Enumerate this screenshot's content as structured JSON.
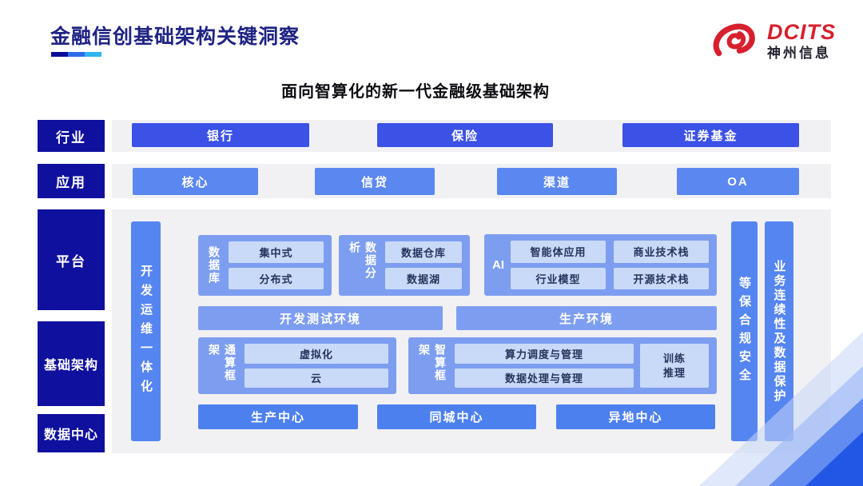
{
  "slide": {
    "title": "金融信创基础架构关键洞察",
    "subtitle": "面向智算化的新一代金融级基础架构",
    "logo": {
      "brand": "DCITS",
      "company": "神州信息"
    }
  },
  "sidebar": {
    "items": [
      "行业",
      "应用",
      "平台",
      "基础架构",
      "数据中心"
    ]
  },
  "industry_row": {
    "items": [
      "银行",
      "保险",
      "证券基金"
    ]
  },
  "application_row": {
    "items": [
      "核心",
      "信贷",
      "渠道",
      "OA"
    ]
  },
  "platform": {
    "devops_bar": "开发运维一体化",
    "groups": {
      "database": {
        "label": "数据库",
        "items": [
          "集中式",
          "分布式"
        ]
      },
      "analytics": {
        "label": "数据分析",
        "items": [
          "数据仓库",
          "数据湖"
        ]
      },
      "ai": {
        "label": "AI",
        "items": [
          "智能体应用",
          "商业技术栈",
          "行业模型",
          "开源技术栈"
        ]
      }
    },
    "environments": [
      "开发测试环境",
      "生产环境"
    ],
    "frameworks": {
      "general": {
        "label": "通算框架",
        "items": [
          "虚拟化",
          "云"
        ]
      },
      "intelligent": {
        "label": "智算框架",
        "items": [
          "算力调度与管理",
          "数据处理与管理"
        ],
        "side": "训练\n推理"
      }
    },
    "centers": [
      "生产中心",
      "同城中心",
      "异地中心"
    ],
    "security_bar": "等保合规安全",
    "continuity_bar": "业务连续性及数据保护"
  },
  "colors": {
    "sidebar_navy": "#10109e",
    "industry_blue": "#3c51e5",
    "application_blue": "#5b87f0",
    "vbar_blue": "#5585f0",
    "group_blue": "#7d9ef0",
    "chip_blue": "#c9d9f8",
    "center_blue": "#4d80ef",
    "title_navy": "#1f2382",
    "brand_red": "#d7202e",
    "panel_gray": "#f1f1f4"
  }
}
